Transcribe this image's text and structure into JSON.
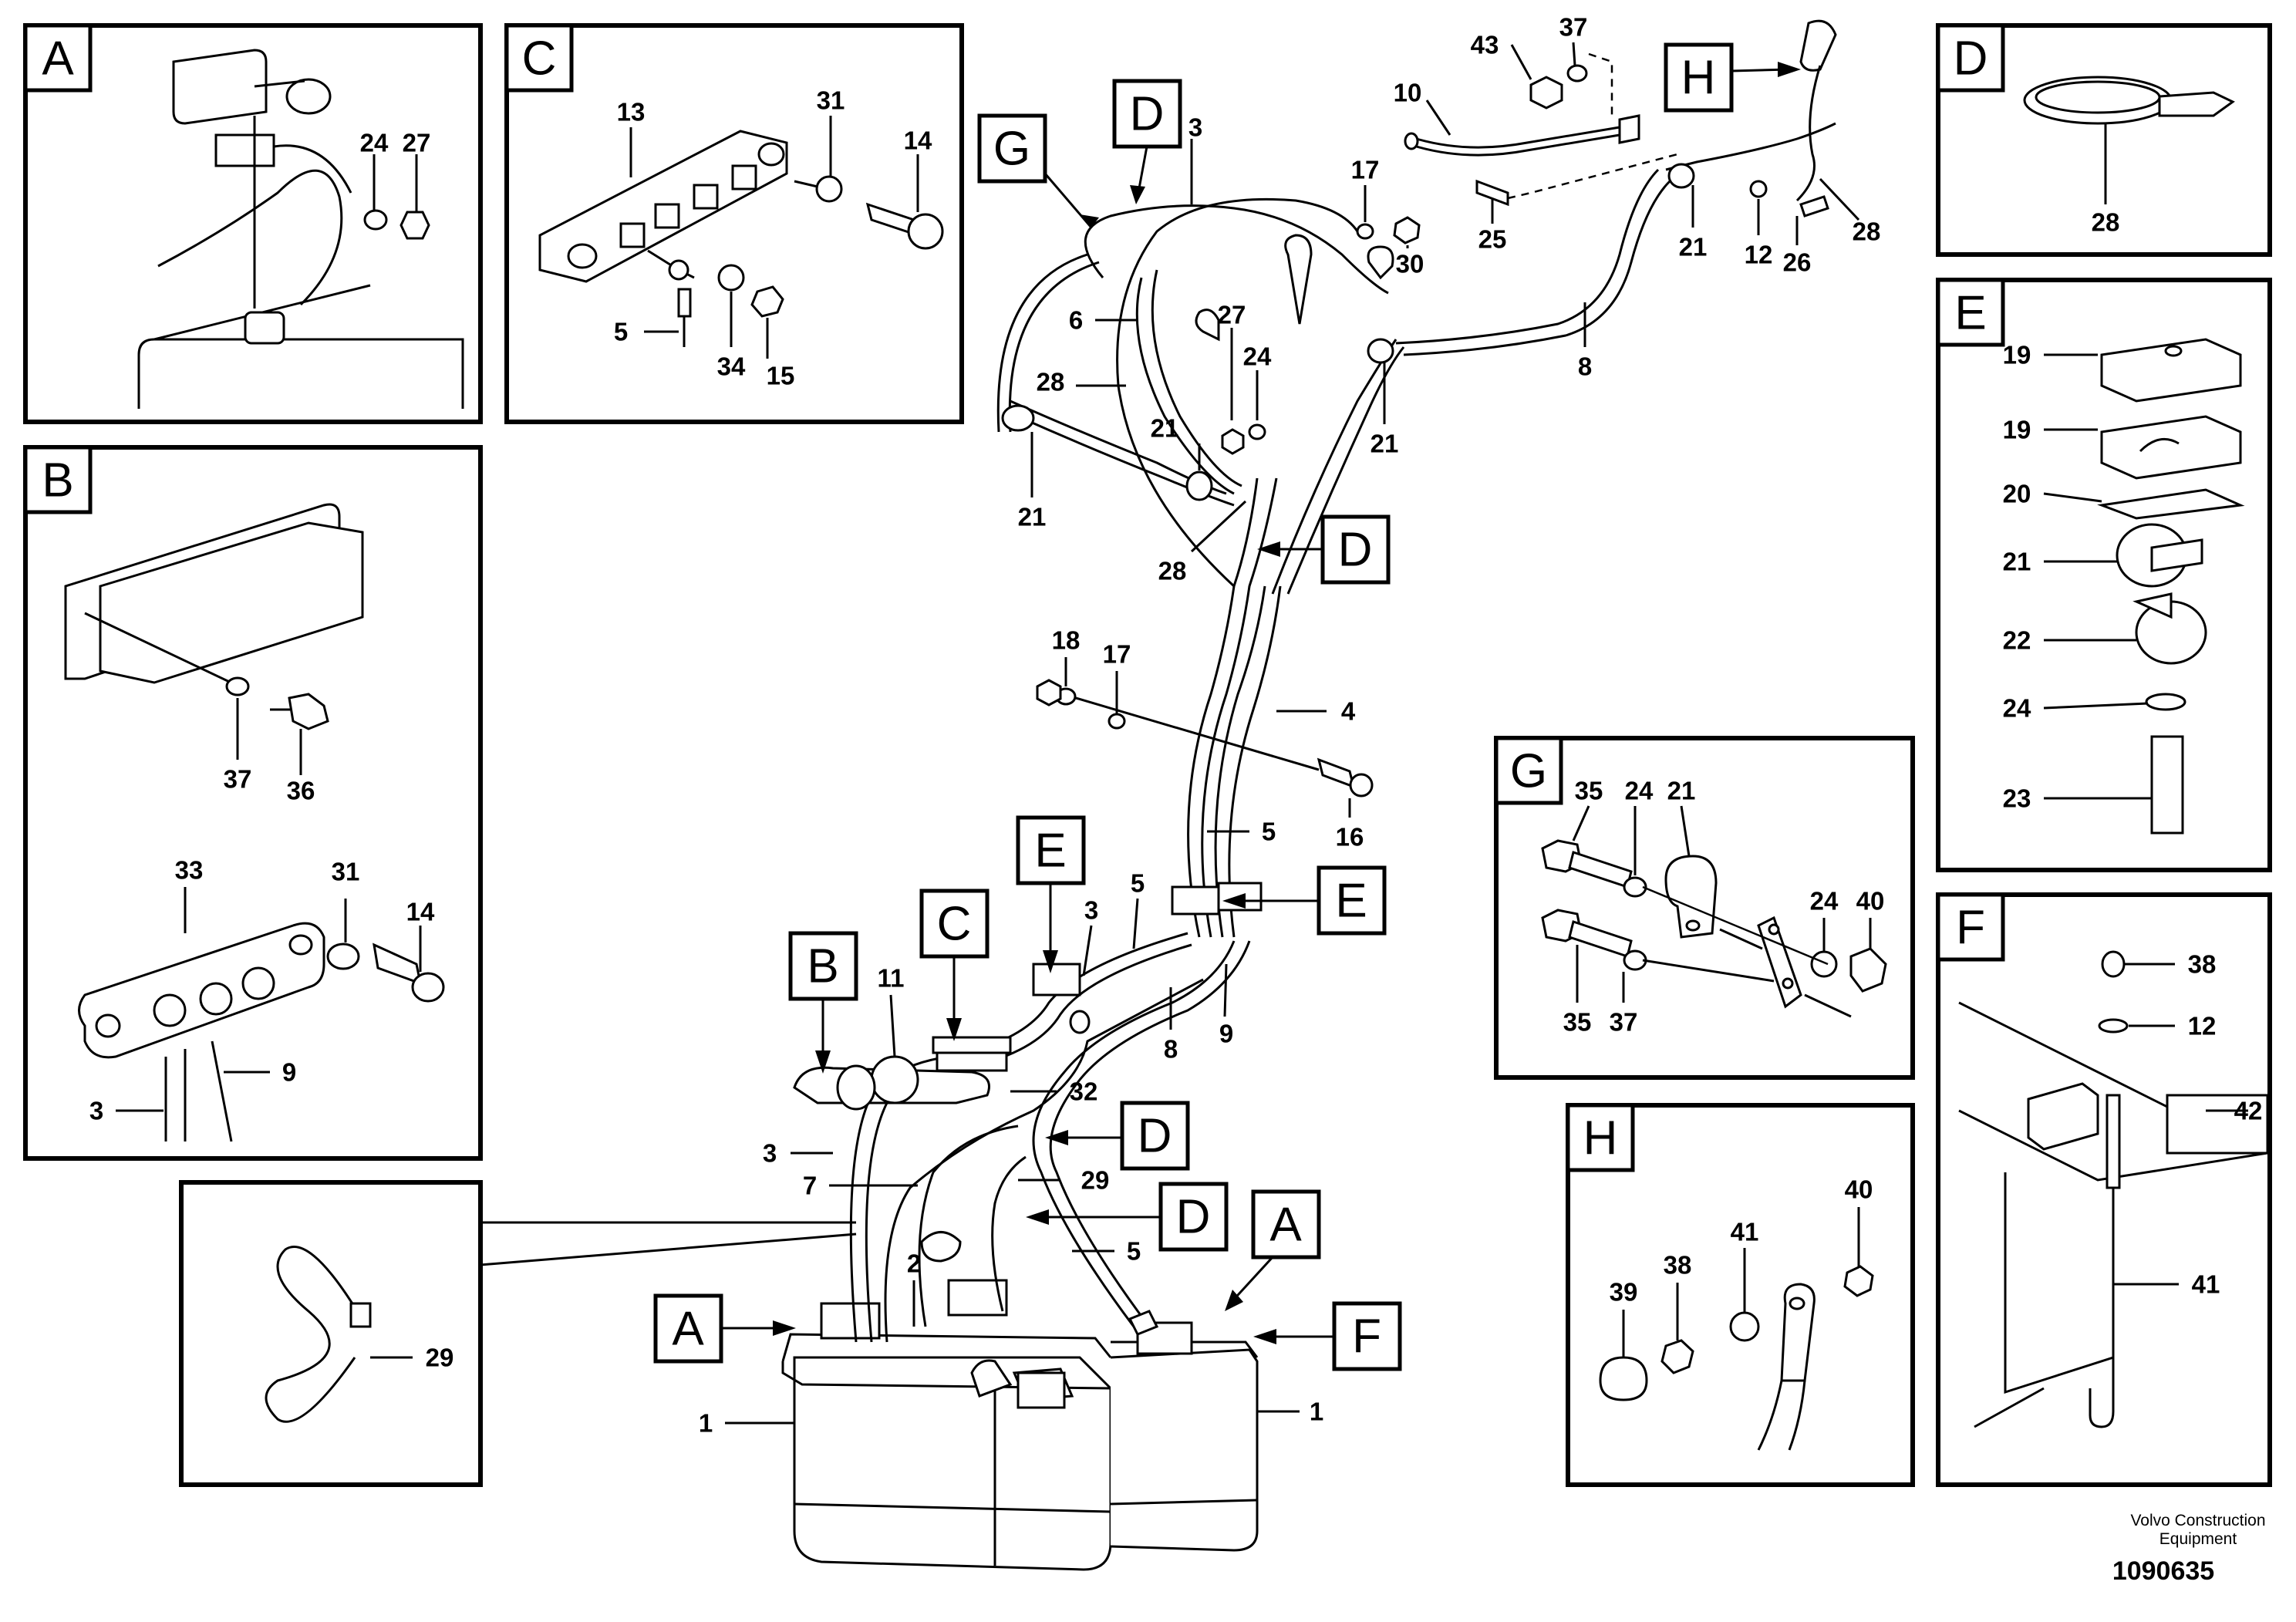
{
  "panels": {
    "A": "A",
    "B": "B",
    "C": "C",
    "D": "D",
    "E": "E",
    "F": "F",
    "G": "G",
    "H": "H"
  },
  "callouts": {
    "top_g": "G",
    "top_d": "D",
    "top_h": "H",
    "mid_d": "D",
    "right_e": "E",
    "mid_e": "E",
    "mid_c": "C",
    "mid_b": "B",
    "low_d1": "D",
    "low_d2": "D",
    "low_a1": "A",
    "low_a2": "A",
    "low_f": "F"
  },
  "numbers": {
    "pa_24": "24",
    "pa_27": "27",
    "pb_37": "37",
    "pb_36": "36",
    "pb_33": "33",
    "pb_31": "31",
    "pb_14": "14",
    "pb_9": "9",
    "pb_3": "3",
    "pc_13": "13",
    "pc_31": "31",
    "pc_14": "14",
    "pc_5": "5",
    "pc_34": "34",
    "pc_15": "15",
    "pd_28": "28",
    "pe_19a": "19",
    "pe_19b": "19",
    "pe_20": "20",
    "pe_21": "21",
    "pe_22": "22",
    "pe_24": "24",
    "pe_23": "23",
    "pf_38": "38",
    "pf_12": "12",
    "pf_42": "42",
    "pf_41": "41",
    "pg_35a": "35",
    "pg_24a": "24",
    "pg_21": "21",
    "pg_24b": "24",
    "pg_40": "40",
    "pg_35b": "35",
    "pg_37": "37",
    "ph_40": "40",
    "ph_41": "41",
    "ph_38": "38",
    "ph_39": "39",
    "pcl_29": "29",
    "m_3a": "3",
    "m_6": "6",
    "m_28a": "28",
    "m_21a": "21",
    "m_21b": "21",
    "m_28b": "28",
    "m_27": "27",
    "m_24": "24",
    "m_17a": "17",
    "m_30": "30",
    "m_43": "43",
    "m_37": "37",
    "m_10": "10",
    "m_25": "25",
    "m_21c": "21",
    "m_12": "12",
    "m_26": "26",
    "m_28c": "28",
    "m_8a": "8",
    "m_21d": "21",
    "m_18": "18",
    "m_17b": "17",
    "m_4": "4",
    "m_16": "16",
    "m_5a": "5",
    "m_5b": "5",
    "m_3b": "3",
    "m_8b": "8",
    "m_9": "9",
    "m_11": "11",
    "m_32": "32",
    "m_3c": "3",
    "m_7": "7",
    "m_29": "29",
    "m_5c": "5",
    "m_2": "2",
    "m_1a": "1",
    "m_1b": "1"
  },
  "footer": {
    "brand_line1": "Volvo Construction",
    "brand_line2": "Equipment",
    "drawing_number": "1090635"
  }
}
